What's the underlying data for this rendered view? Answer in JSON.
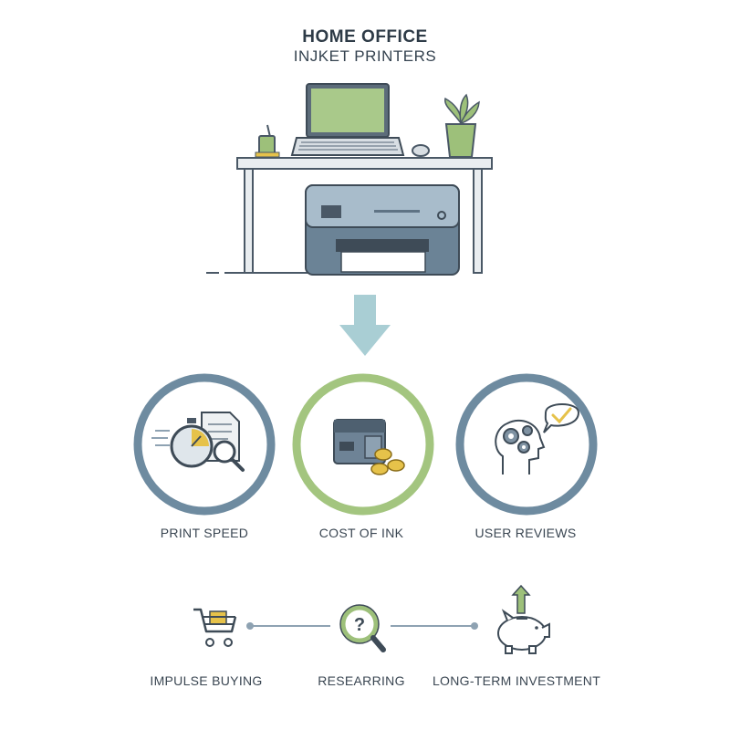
{
  "header": {
    "title": "HOME OFFICE",
    "subtitle": "INJKET PRINTERS"
  },
  "factors": [
    {
      "label": "PRINT SPEED",
      "icon": "stopwatch-document-icon"
    },
    {
      "label": "COST OF INK",
      "icon": "ink-cartridge-coins-icon"
    },
    {
      "label": "USER REVIEWS",
      "icon": "head-gears-check-icon"
    }
  ],
  "spectrum": [
    {
      "label": "IMPULSE BUYING",
      "icon": "shopping-cart-icon"
    },
    {
      "label": "RESEARRING",
      "icon": "magnifier-question-icon"
    },
    {
      "label": "LONG-TERM INVESTMENT",
      "icon": "piggy-bank-icon"
    }
  ],
  "colors": {
    "slate": "#6e8ba0",
    "green": "#9dc07a",
    "dark": "#4a5866",
    "arrow": "#9fc8cf",
    "gold": "#e6c24a"
  }
}
